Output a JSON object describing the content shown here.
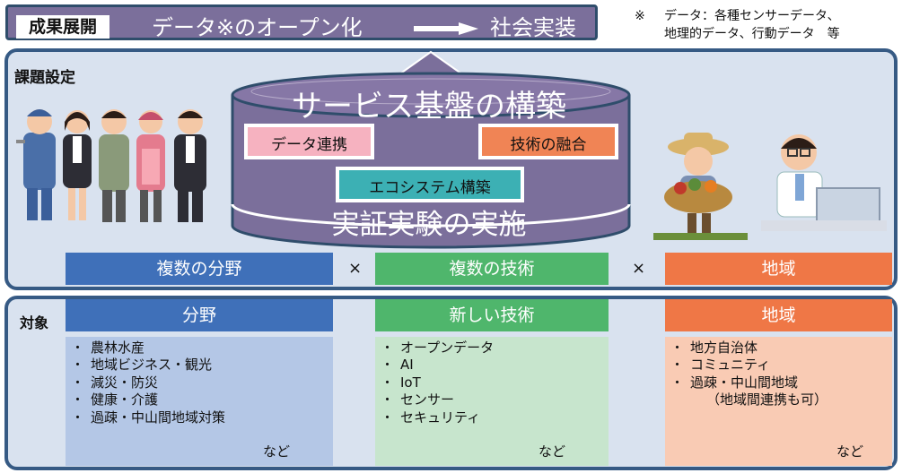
{
  "banner": {
    "tag": "成果展開",
    "left_text": "データ※のオープン化",
    "right_text": "社会実装",
    "arrow": "right-arrow"
  },
  "note": {
    "mark": "※",
    "line1": "データ：各種センサーデータ、",
    "line2": "地理的データ、行動データ　等"
  },
  "issue": {
    "label": "課題設定",
    "cylinder_top": "サービス基盤の構築",
    "cylinder_bottom": "実証実験の実施",
    "box_data": "データ連携",
    "box_tech": "技術の融合",
    "box_eco": "エコシステム構築",
    "row": [
      "複数の分野",
      "複数の技術",
      "地域"
    ],
    "times": "×"
  },
  "target": {
    "label": "対象",
    "headers": [
      "分野",
      "新しい技術",
      "地域"
    ],
    "lists": {
      "field": [
        "農林水産",
        "地域ビジネス・観光",
        "減災・防災",
        "健康・介護",
        "過疎・中山間地域対策"
      ],
      "tech": [
        "オープンデータ",
        "AI",
        "IoT",
        "センサー",
        "セキュリティ"
      ],
      "region": [
        "地方自治体",
        "コミュニティ",
        "過疎・中山間地域"
      ],
      "region_note": "（地域間連携も可）",
      "bullet": "・",
      "etc": "など"
    }
  },
  "colors": {
    "banner": "#7b6f9b",
    "frame_border": "#365a84",
    "frame_fill": "#d9e2ef",
    "blue": "#3f70b9",
    "green": "#4fb66c",
    "orange": "#ef7746",
    "cylinder": "#7b6f9b"
  }
}
